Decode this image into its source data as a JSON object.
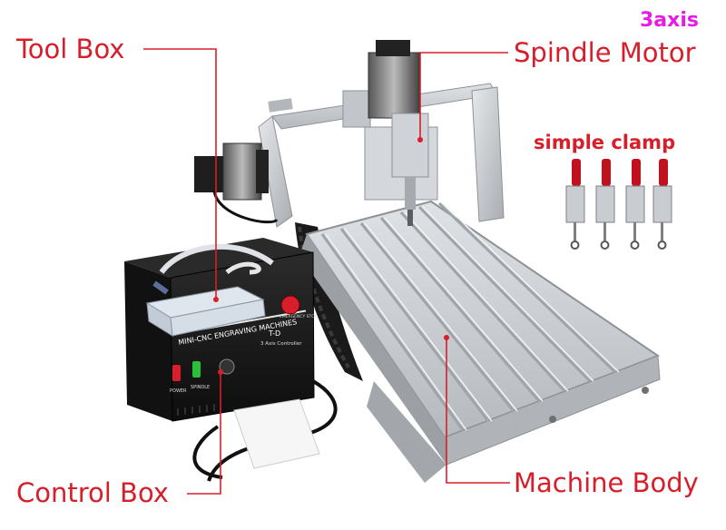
{
  "labels": {
    "tool_box": "Tool Box",
    "spindle_motor": "Spindle Motor",
    "control_box": "Control Box",
    "machine_body": "Machine Body",
    "axis_tag": "3axis",
    "clamp_tag": "simple clamp"
  },
  "control_panel": {
    "brand_line": "MINI-CNC ENGRAVING MACHINES",
    "model": "T-D",
    "controller": "3 Axis Controller",
    "power": "POWER",
    "spindle": "SPINDLE",
    "emergency": "EMERGENCY STOP"
  },
  "colors": {
    "label_red": "#d81e2a",
    "tag_magenta": "#e61ce6",
    "aluminum": "#c9ccd0",
    "control_box": "#1b1b1b"
  }
}
